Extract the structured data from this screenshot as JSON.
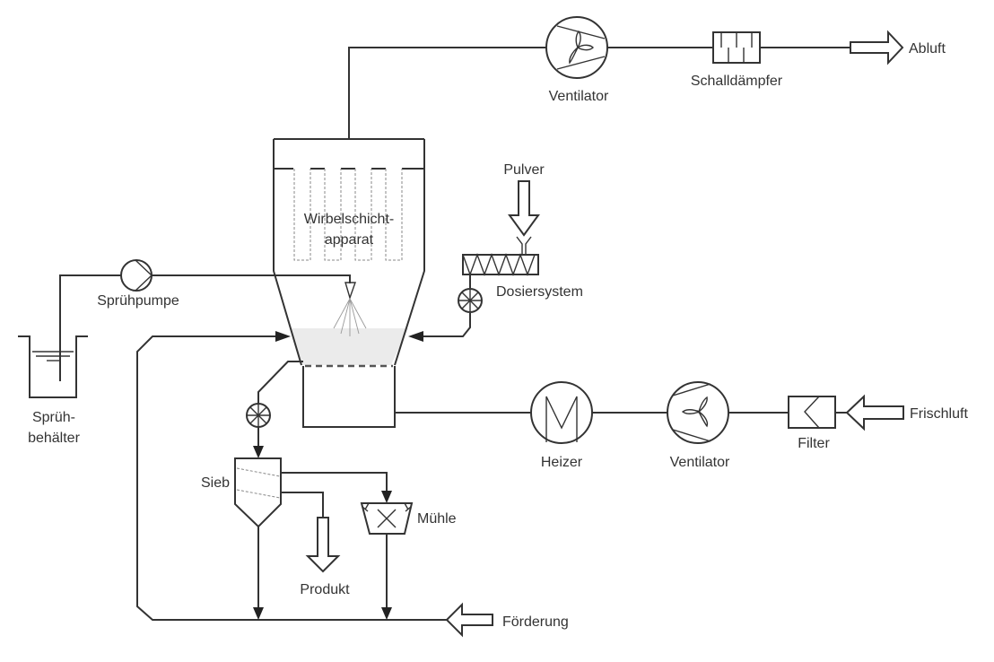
{
  "diagram": {
    "type": "process-flow",
    "colors": {
      "line": "#333333",
      "bed_fill": "#ebebeb",
      "filter_dash": "#888888"
    },
    "labels": {
      "ventilator_top": "Ventilator",
      "schalldaempfer": "Schalldämpfer",
      "abluft": "Abluft",
      "apparatus_line1": "Wirbelschicht-",
      "apparatus_line2": "apparat",
      "pulver": "Pulver",
      "dosiersystem": "Dosiersystem",
      "spruehpumpe": "Sprühpumpe",
      "spruehbehaelter_line1": "Sprüh-",
      "spruehbehaelter_line2": "behälter",
      "heizer": "Heizer",
      "ventilator_bottom": "Ventilator",
      "filter": "Filter",
      "frischluft": "Frischluft",
      "sieb": "Sieb",
      "muehle": "Mühle",
      "produkt": "Produkt",
      "foerderung": "Förderung"
    },
    "components": [
      {
        "id": "wirbelschichtapparat",
        "kind": "fluid-bed-apparatus"
      },
      {
        "id": "ventilator-exhaust",
        "kind": "fan"
      },
      {
        "id": "schalldaempfer",
        "kind": "silencer"
      },
      {
        "id": "dosiersystem",
        "kind": "screw-feeder"
      },
      {
        "id": "rotary-valve-feed",
        "kind": "rotary-valve"
      },
      {
        "id": "spruehpumpe",
        "kind": "pump"
      },
      {
        "id": "spruehbehaelter",
        "kind": "tank"
      },
      {
        "id": "rotary-valve-discharge",
        "kind": "rotary-valve"
      },
      {
        "id": "sieb",
        "kind": "sieve"
      },
      {
        "id": "muehle",
        "kind": "mill"
      },
      {
        "id": "heizer",
        "kind": "heater"
      },
      {
        "id": "ventilator-supply",
        "kind": "fan"
      },
      {
        "id": "filter",
        "kind": "filter"
      }
    ],
    "streams": [
      {
        "from": "wirbelschichtapparat",
        "to": "ventilator-exhaust"
      },
      {
        "from": "ventilator-exhaust",
        "to": "schalldaempfer"
      },
      {
        "from": "schalldaempfer",
        "to": "Abluft"
      },
      {
        "from": "Pulver",
        "to": "dosiersystem"
      },
      {
        "from": "dosiersystem",
        "to": "wirbelschichtapparat"
      },
      {
        "from": "spruehbehaelter",
        "to": "spruehpumpe"
      },
      {
        "from": "spruehpumpe",
        "to": "wirbelschichtapparat"
      },
      {
        "from": "Frischluft",
        "to": "filter"
      },
      {
        "from": "filter",
        "to": "ventilator-supply"
      },
      {
        "from": "ventilator-supply",
        "to": "heizer"
      },
      {
        "from": "heizer",
        "to": "wirbelschichtapparat"
      },
      {
        "from": "wirbelschichtapparat",
        "to": "sieb"
      },
      {
        "from": "sieb",
        "to": "Produkt"
      },
      {
        "from": "sieb",
        "to": "muehle"
      },
      {
        "from": "sieb",
        "to": "Förderung-line"
      },
      {
        "from": "muehle",
        "to": "Förderung-line"
      },
      {
        "from": "Förderung",
        "to": "wirbelschichtapparat"
      }
    ]
  }
}
